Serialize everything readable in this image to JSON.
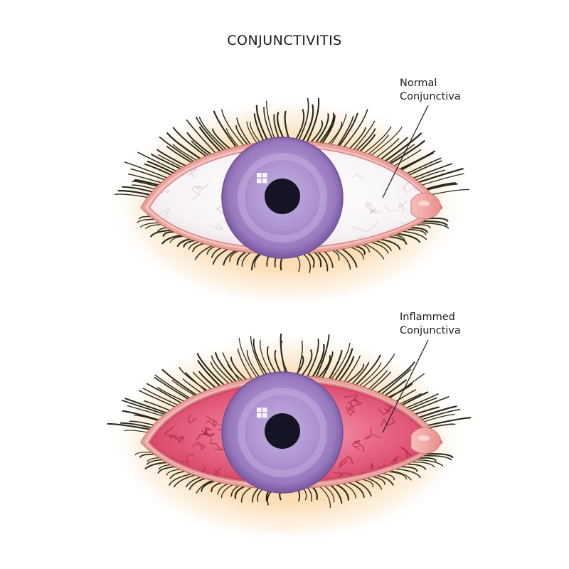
{
  "title": "CONJUNCTIVITIS",
  "eyes": [
    {
      "id": "normal",
      "label_lines": [
        "Normal",
        "Conjunctiva"
      ],
      "sclera_color": "#ffffff",
      "vessel_color": "#d4c2c6"
    },
    {
      "id": "inflamed",
      "label_lines": [
        "Inflammed",
        "Conjunctiva"
      ],
      "sclera_color": "#e04a6a",
      "vessel_color": "#a92a44"
    }
  ],
  "colors": {
    "skin_glow": "#fbd9a9",
    "iris_outer": "#8c6cb0",
    "iris_inner": "#b69fd4",
    "pupil": "#141424",
    "lid_rim": "#d88a86",
    "caruncle": "#f0a7a4",
    "lash": "#262a1c",
    "leader_line": "#222222"
  },
  "icons": {
    "iris_highlight": "window-reflection-icon"
  }
}
